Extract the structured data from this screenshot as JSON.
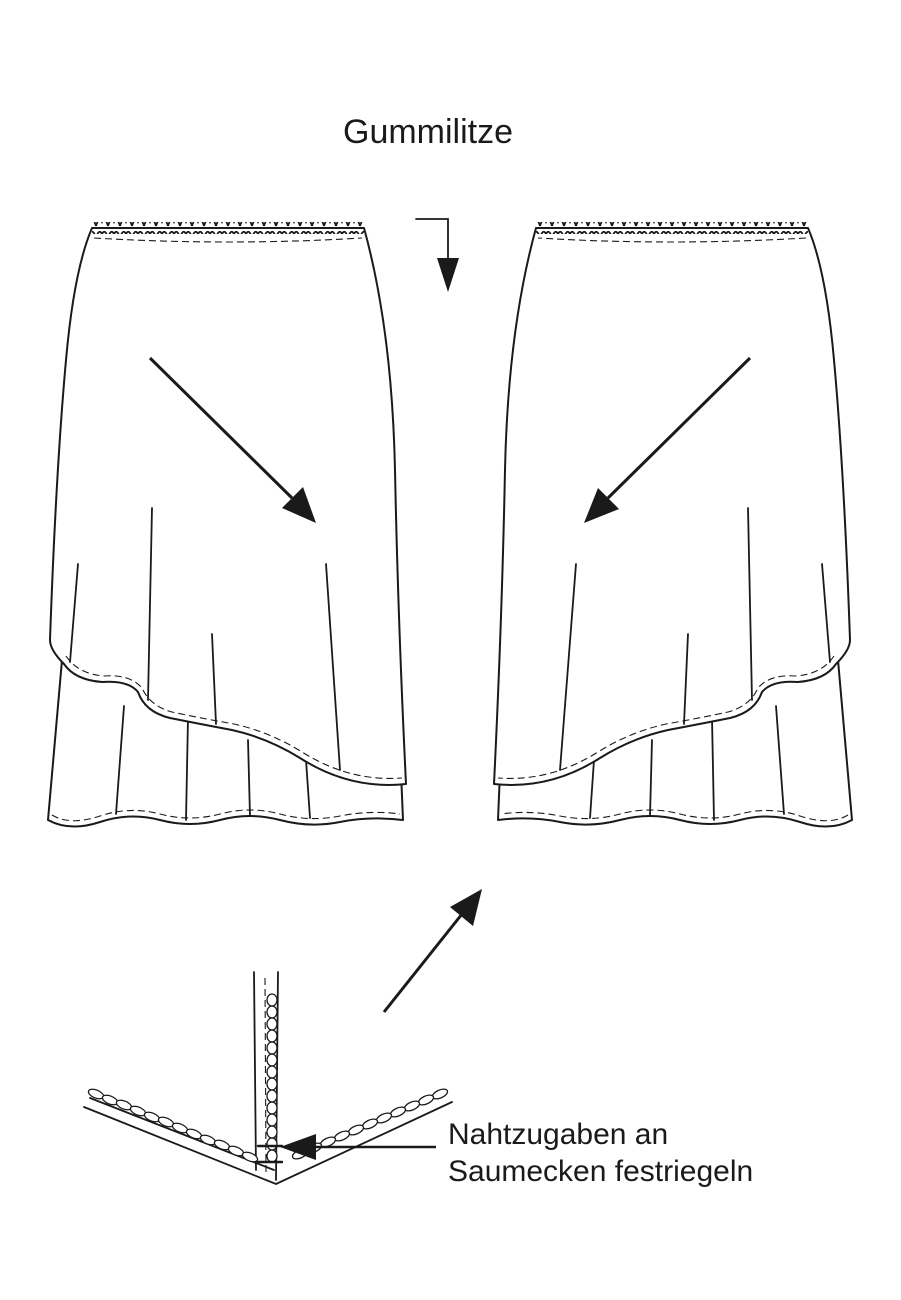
{
  "labels": {
    "elastic": "Gummilitze",
    "note_line1": "Nahtzugaben an",
    "note_line2": "Saumecken festriegeln"
  },
  "colors": {
    "line": "#1a1a1a",
    "background": "#ffffff"
  },
  "icons": [
    "arrow-icon",
    "corner-arrow-icon"
  ]
}
